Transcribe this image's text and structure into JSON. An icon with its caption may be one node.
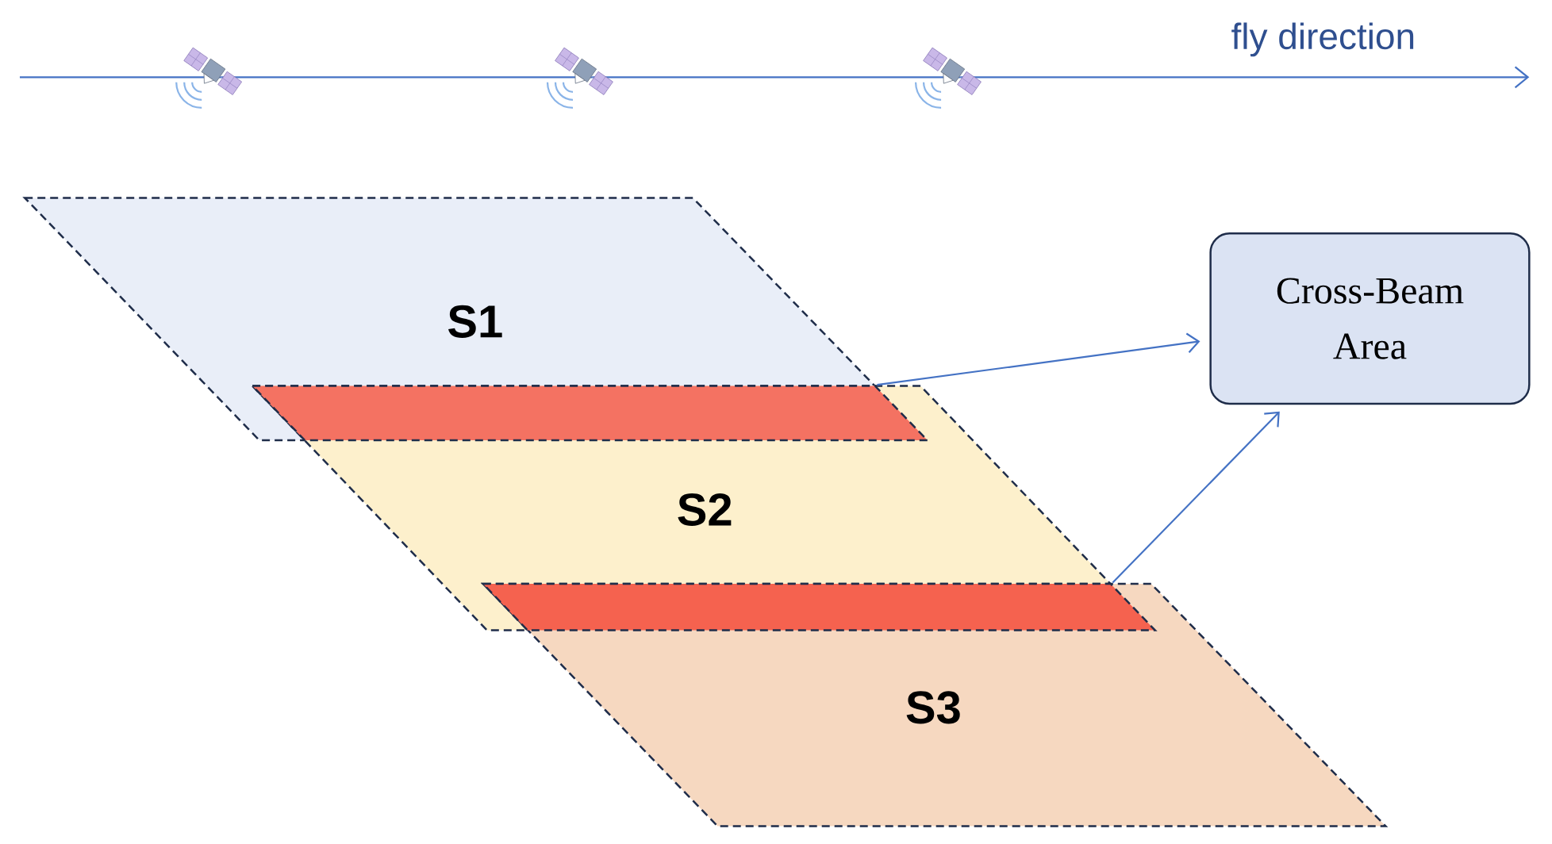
{
  "diagram": {
    "nodes": [
      {
        "text": [
          "S1"
        ]
      },
      {
        "text": [],
        "shape": "bar"
      },
      {
        "text": [
          "S2"
        ]
      },
      {
        "text": [],
        "shape": "bar"
      },
      {
        "text": [
          "S3"
        ]
      },
      {
        "text": [
          "Cross-Beam Area"
        ]
      }
    ],
    "edges": [
      {
        "from": 1,
        "to": 5,
        "arrow": "to"
      },
      {
        "from": 3,
        "to": 5,
        "arrow": "to"
      }
    ],
    "labels": [
      "fly direction"
    ]
  }
}
